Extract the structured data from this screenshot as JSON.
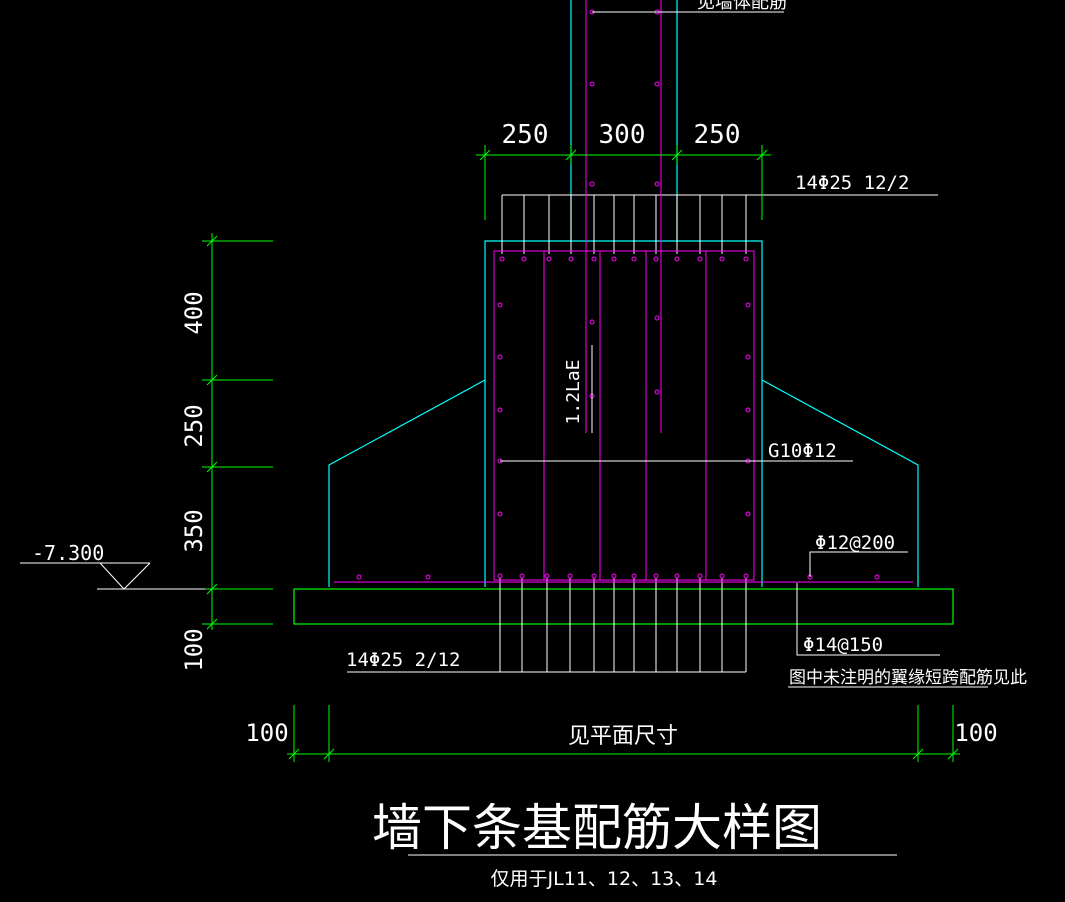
{
  "colors": {
    "background": "#000000",
    "concrete_outline": "#00ffff",
    "rebar": "#ff00ff",
    "dimension": "#00ff00",
    "text": "#ffffff",
    "leader": "#ffffff"
  },
  "labels": {
    "top_cut_text": "见墙体配筋",
    "dim_top_left": "250",
    "dim_top_mid": "300",
    "dim_top_right": "250",
    "top_rebar_note": "14Φ25 12/2",
    "anchorage": "1.2LaE",
    "side_bar": "G10Φ12",
    "dist_bar": "Φ12@200",
    "elevation": "-7.300",
    "dim_left_1": "400",
    "dim_left_2": "250",
    "dim_left_3": "350",
    "dim_left_4": "100",
    "bottom_rebar_note": "14Φ25 2/12",
    "transverse_bar": "Φ14@150",
    "wing_note": "图中未注明的翼缘短跨配筋见此",
    "dim_bottom_left": "100",
    "dim_bottom_mid": "见平面尺寸",
    "dim_bottom_right": "100",
    "title": "墙下条基配筋大样图",
    "subtitle": "仅用于JL11、12、13、14"
  }
}
